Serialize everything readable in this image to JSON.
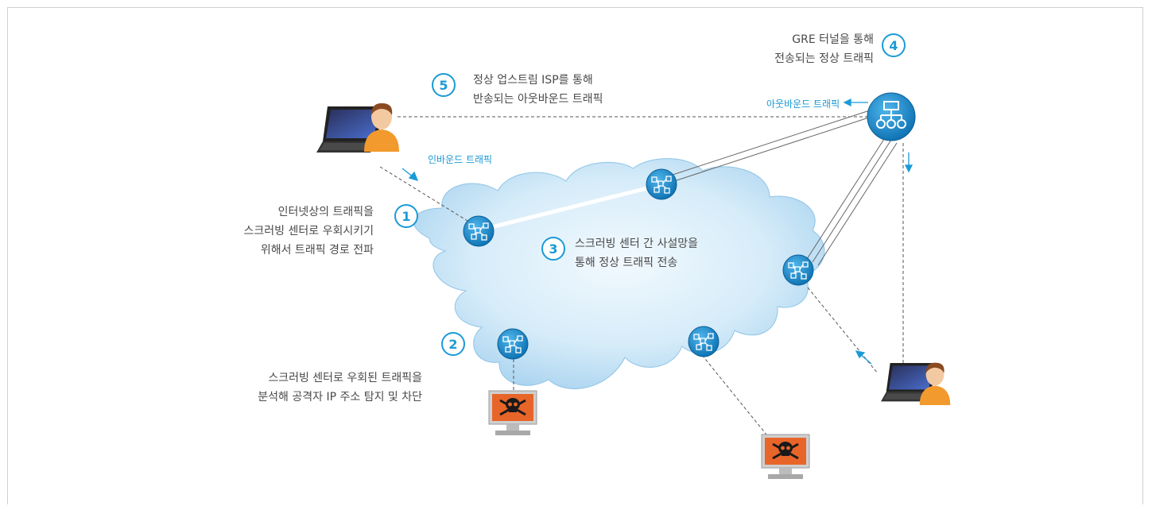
{
  "labels": {
    "step1_line1": "인터넷상의 트래픽을",
    "step1_line2": "스크러빙 센터로 우회시키기",
    "step1_line3": "위해서 트래픽 경로 전파",
    "step2_line1": "스크러빙 센터로 우회된 트래픽을",
    "step2_line2": "분석해 공격자 IP 주소 탐지 및 차단",
    "step3_line1": "스크러빙 센터 간 사설망을",
    "step3_line2": "통해 정상 트래픽 전송",
    "step4_line1": "GRE 터널을 통해",
    "step4_line2": "전송되는 정상 트래픽",
    "step5_line1": "정상 업스트림 ISP를 통해",
    "step5_line2": "반송되는 아웃바운드 트래픽",
    "inbound": "인바운드 트래픽",
    "outbound": "아웃바운드 트래픽"
  },
  "steps": {
    "s1": "1",
    "s2": "2",
    "s3": "3",
    "s4": "4",
    "s5": "5"
  },
  "colors": {
    "accent": "#1a9ad6",
    "cloud": "#cfe8f7",
    "node": "#1c8fd0",
    "attacker": "#e8652a"
  },
  "icons": [
    "laptop-icon",
    "user-icon",
    "router-icon",
    "network-hub-icon",
    "attacker-monitor-icon",
    "skull-icon"
  ]
}
